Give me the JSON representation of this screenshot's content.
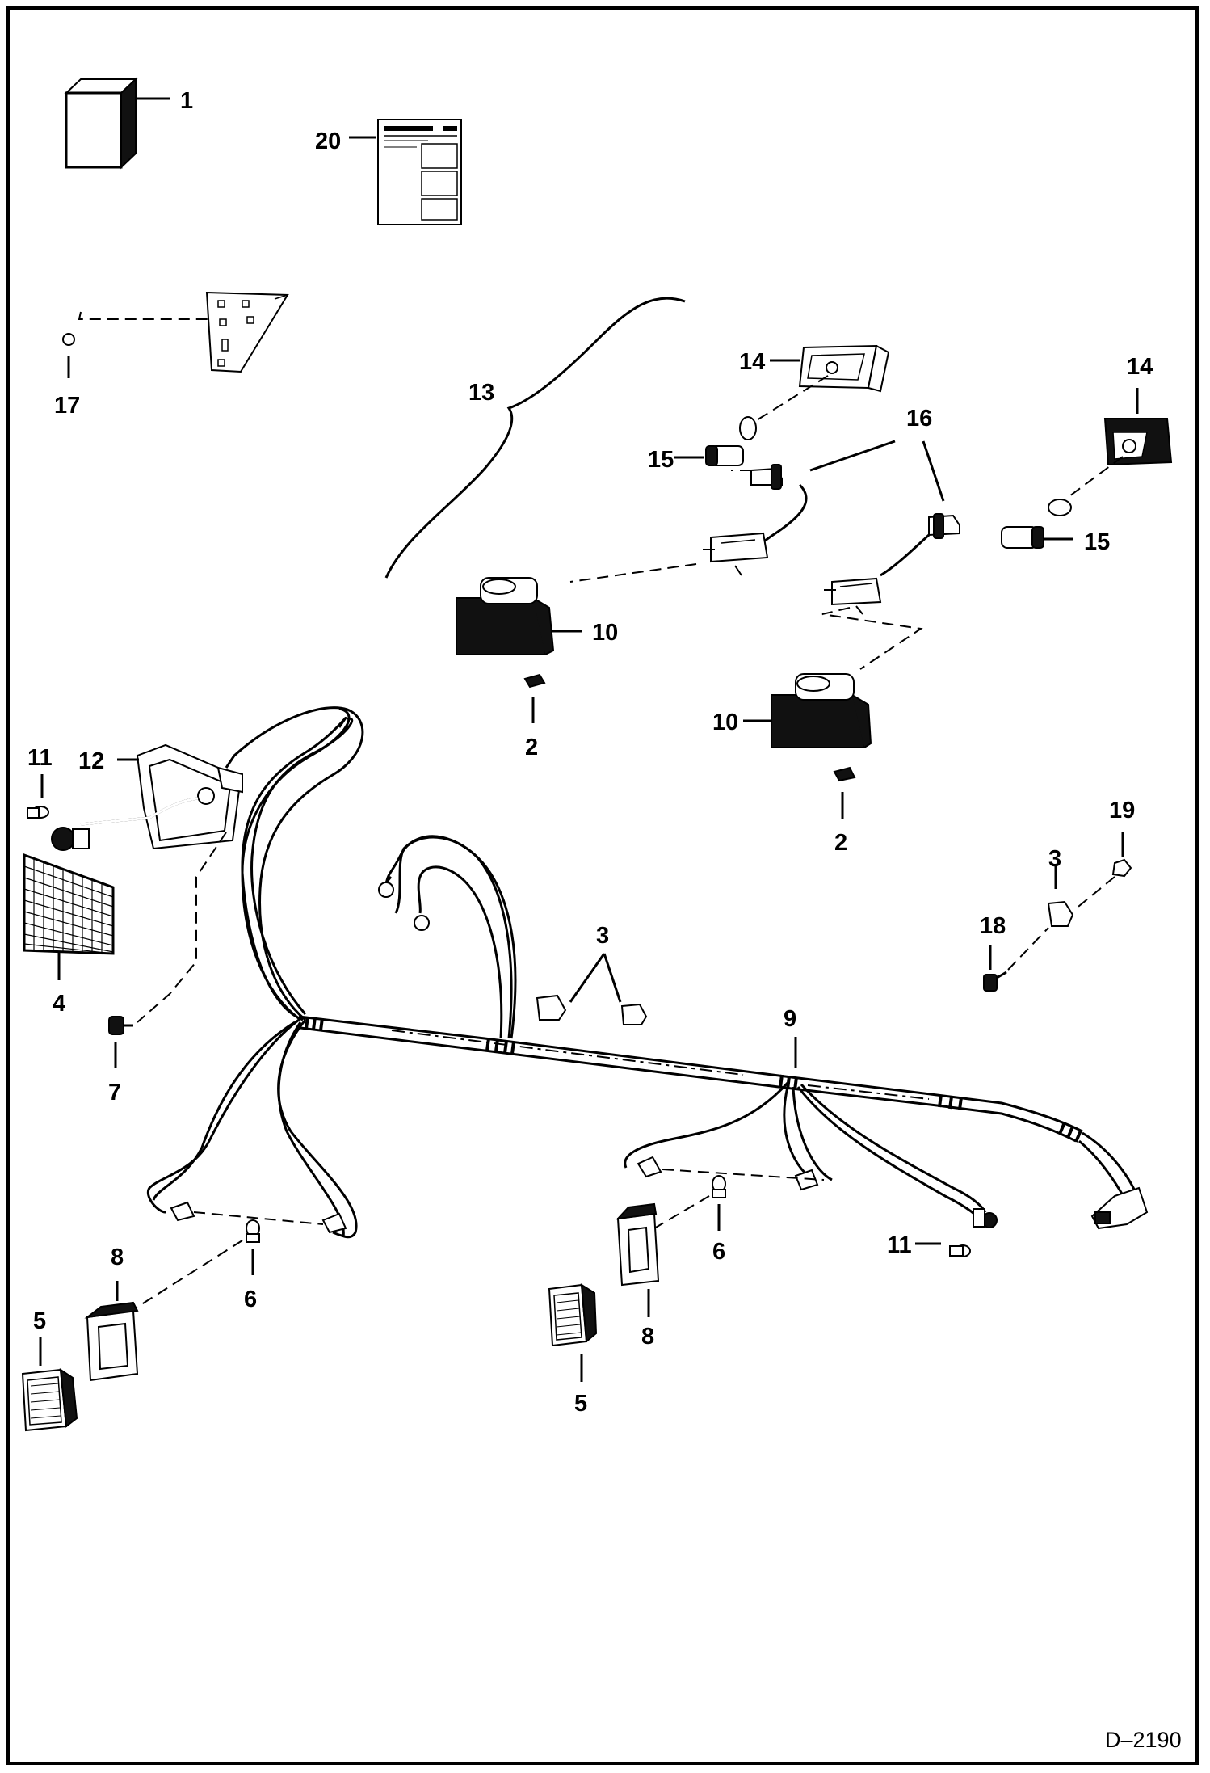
{
  "diagram": {
    "document_id": "D–2190",
    "callouts": {
      "c1": "1",
      "c20": "20",
      "c17": "17",
      "c13": "13",
      "c14a": "14",
      "c14b": "14",
      "c16": "16",
      "c15a": "15",
      "c15b": "15",
      "c10a": "10",
      "c10b": "10",
      "c2a": "2",
      "c2b": "2",
      "c11a": "11",
      "c12": "12",
      "c4": "4",
      "c7": "7",
      "c3a": "3",
      "c3b": "3",
      "c19": "19",
      "c18": "18",
      "c9": "9",
      "c6a": "6",
      "c6b": "6",
      "c11b": "11",
      "c8a": "8",
      "c8b": "8",
      "c5a": "5",
      "c5b": "5"
    }
  }
}
